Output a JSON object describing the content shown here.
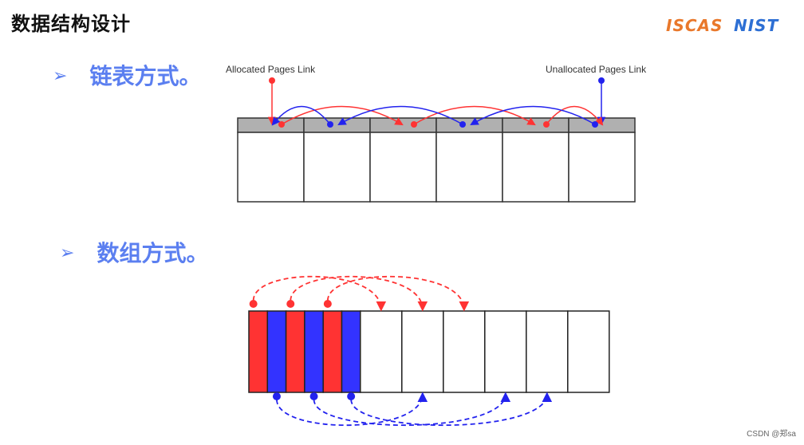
{
  "header": {
    "title": "数据结构设计",
    "logo_left": "ISCAS",
    "logo_right": "NIST"
  },
  "sections": {
    "linked": {
      "bullet": "➢",
      "label": "链表方式。"
    },
    "array": {
      "bullet": "➢",
      "label": "数组方式。"
    }
  },
  "linked_diagram": {
    "allocated_label": "Allocated Pages Link",
    "unallocated_label": "Unallocated Pages Link",
    "page_count": 6,
    "allocated_link_order": [
      0,
      2,
      4
    ],
    "unallocated_link_order": [
      5,
      3,
      1
    ]
  },
  "array_diagram": {
    "index_slots": [
      "allocated",
      "unallocated",
      "allocated",
      "unallocated",
      "allocated",
      "unallocated"
    ],
    "page_count": 6,
    "allocated_targets": [
      0,
      1,
      2
    ],
    "unallocated_targets": [
      1,
      3,
      4
    ]
  },
  "colors": {
    "allocated": "#ff3333",
    "unallocated": "#3333ff",
    "header_band": "#b0b0b0",
    "title_accent": "#5b7ff0"
  },
  "footer": {
    "watermark": "CSDN @郑sa"
  }
}
